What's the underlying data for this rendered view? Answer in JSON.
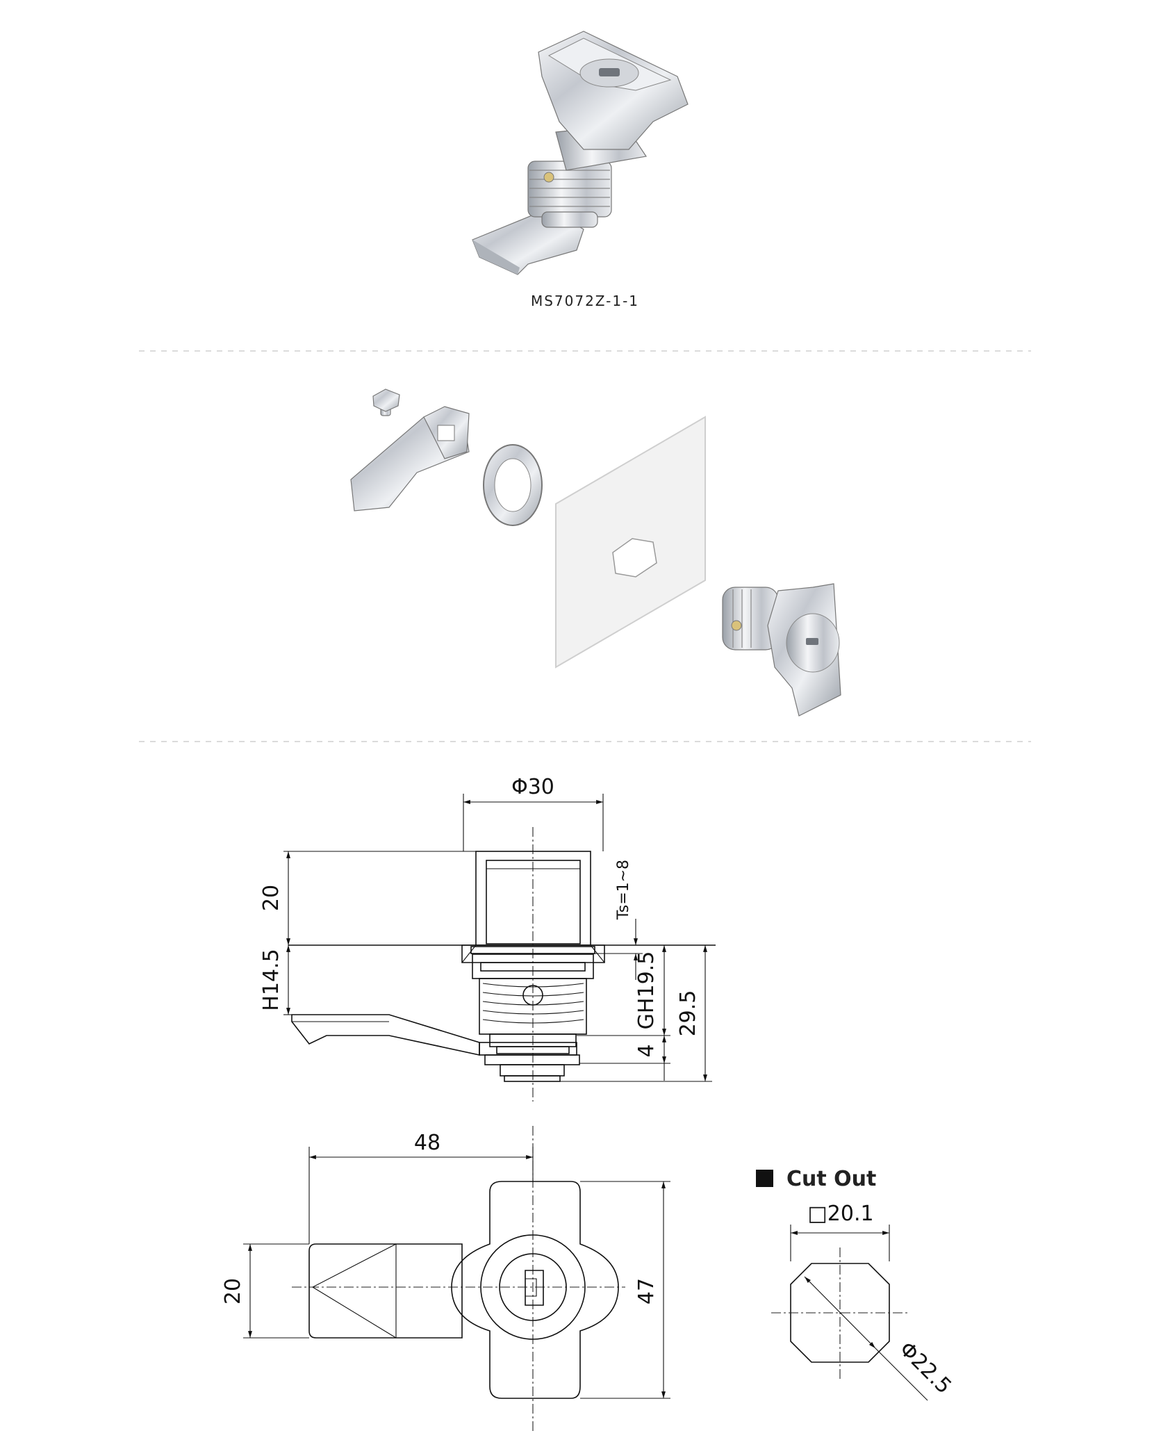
{
  "product": {
    "model_caption": "MS7072Z-1-1"
  },
  "front_view": {
    "dimensions": {
      "diameter": "Φ30",
      "height_top": "20",
      "ts_range": "Ts=1~8",
      "h_dim": "H14.5",
      "gh_dim": "GH19.5",
      "total": "29.5",
      "cam_thickness": "4"
    }
  },
  "top_view": {
    "dimensions": {
      "length": "48",
      "cam_width": "20",
      "height": "47"
    }
  },
  "cut_out": {
    "title": "Cut Out",
    "square": "□20.1",
    "diameter": "Φ22.5"
  },
  "colors": {
    "line": "#111111",
    "divider": "#cfcfcf",
    "panel": "#f2f2f2",
    "metal": "#d8dbe0"
  }
}
